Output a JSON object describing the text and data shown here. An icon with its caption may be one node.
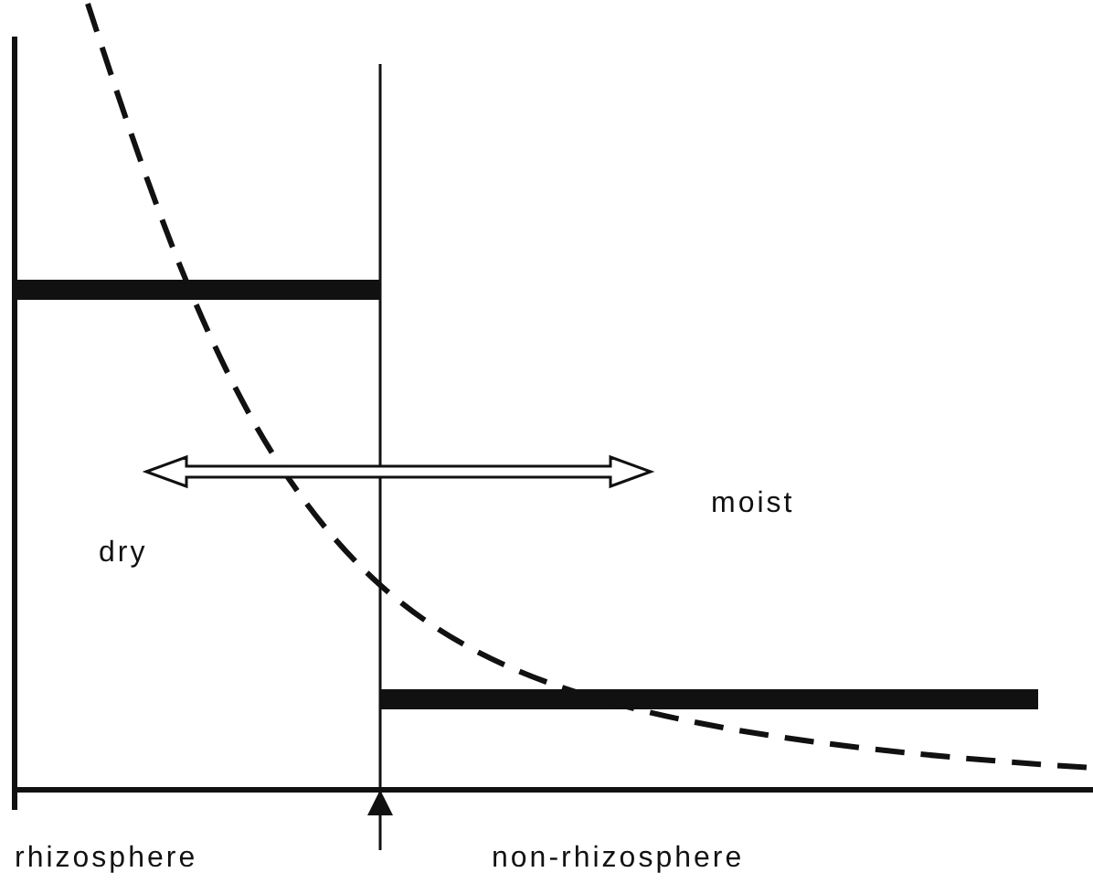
{
  "diagram": {
    "labels": [
      "moist",
      "dry",
      "rhizosphere",
      "non-rhizosphere"
    ]
  }
}
